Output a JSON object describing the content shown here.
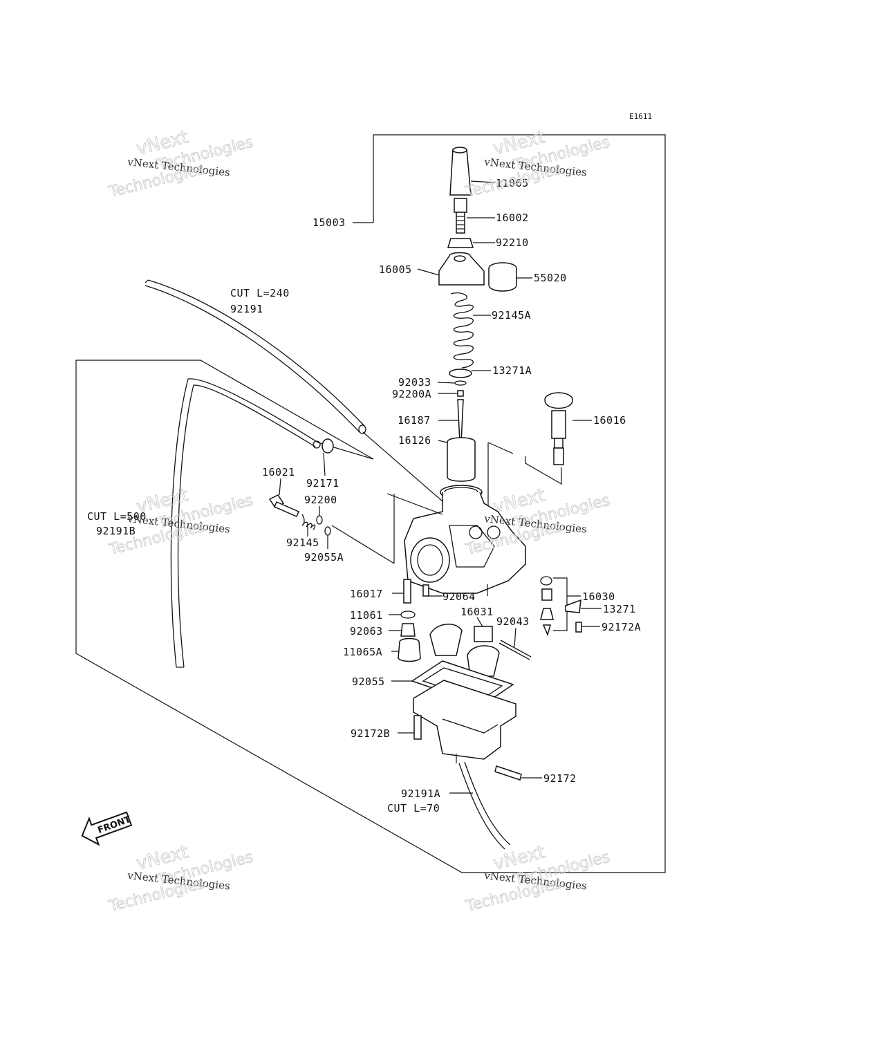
{
  "diagram_code": "E1611",
  "watermark": {
    "line1": "vNext Technologies",
    "line2": "vNext",
    "line3": "Technologies"
  },
  "front_label": "FRONT",
  "labels": {
    "p11065": "11065",
    "p15003": "15003",
    "p16002": "16002",
    "p92210": "92210",
    "p16005": "16005",
    "p55020": "55020",
    "p92145A": "92145A",
    "p13271A": "13271A",
    "p92033": "92033",
    "p92200A": "92200A",
    "p16187": "16187",
    "p16016": "16016",
    "p16126": "16126",
    "cut240": "CUT L=240",
    "p92191": "92191",
    "p16021": "16021",
    "p92171": "92171",
    "p92200": "92200",
    "cut500": "CUT L=500",
    "p92191B": "92191B",
    "p92145": "92145",
    "p92055A": "92055A",
    "p16017": "16017",
    "p92064": "92064",
    "p16030": "16030",
    "p13271": "13271",
    "p11061": "11061",
    "p16031": "16031",
    "p92043": "92043",
    "p92172A": "92172A",
    "p92063": "92063",
    "p11065A": "11065A",
    "p92055": "92055",
    "p92172B": "92172B",
    "p92172": "92172",
    "p92191A": "92191A",
    "cut70": "CUT L=70"
  }
}
